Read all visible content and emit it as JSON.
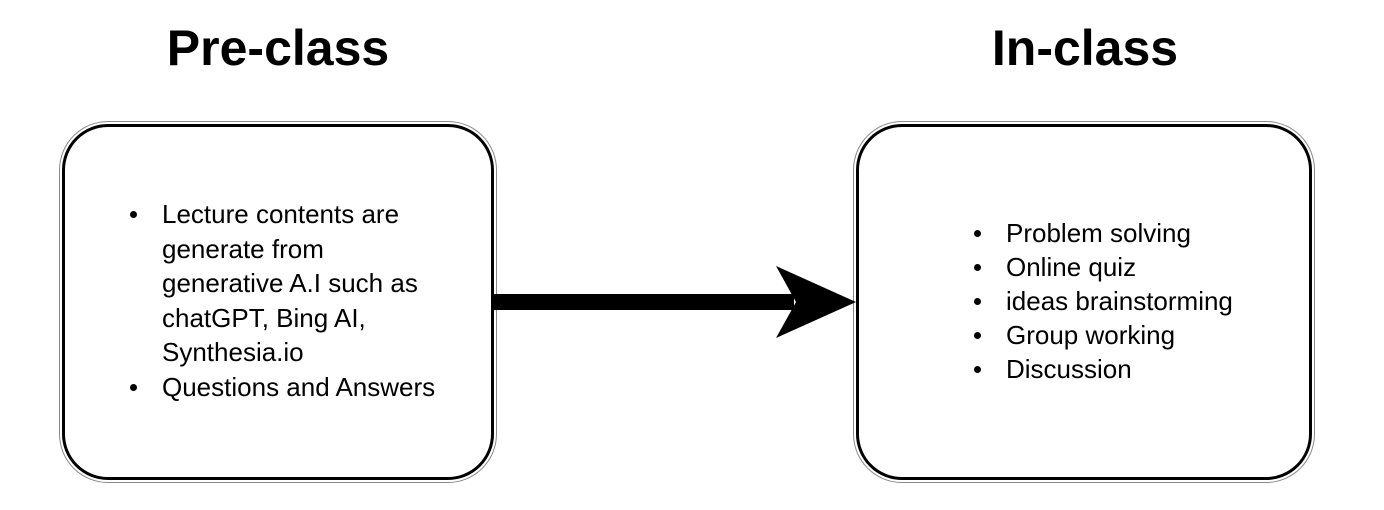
{
  "diagram": {
    "left": {
      "heading": "Pre-class",
      "items": [
        "Lecture contents are\ngenerate from\ngenerative A.I such as\nchatGPT, Bing AI,\nSynthesia.io",
        "Questions and Answers"
      ]
    },
    "right": {
      "heading": "In-class",
      "items": [
        "Problem solving",
        "Online quiz",
        "ideas brainstorming",
        "Group working",
        "Discussion"
      ]
    },
    "arrow_icon": "right-arrow-icon",
    "colors": {
      "stroke": "#000000",
      "background": "#ffffff"
    }
  }
}
